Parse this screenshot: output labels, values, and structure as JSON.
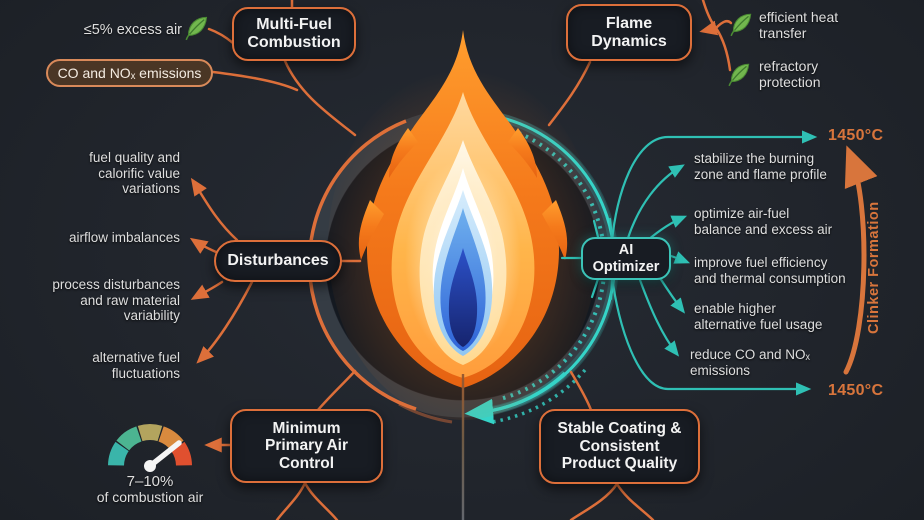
{
  "colors": {
    "background": "#21252c",
    "accent_orange": "#dd6f3a",
    "accent_teal": "#2fc0b4",
    "leaf_green": "#72b74e",
    "temp_orange": "#d8753c"
  },
  "center": {
    "illustration": "burner-flame-with-status-ring"
  },
  "nodes": {
    "multi_fuel": {
      "line1": "Multi-Fuel",
      "line2": "Combustion"
    },
    "flame_dynamics": {
      "line1": "Flame",
      "line2": "Dynamics"
    },
    "disturbances": {
      "label": "Disturbances"
    },
    "ai_optimizer": {
      "line1": "AI",
      "line2": "Optimizer"
    },
    "min_primary_air": {
      "line1": "Minimum",
      "line2": "Primary Air",
      "line3": "Control"
    },
    "stable_coating": {
      "line1": "Stable Coating &",
      "line2": "Consistent",
      "line3": "Product Quality"
    }
  },
  "top_left": {
    "excess_air": "≤5% excess air",
    "emissions_box": "CO and NOₓ emissions"
  },
  "top_right_benefits": [
    {
      "lines": [
        "efficient heat",
        "transfer"
      ]
    },
    {
      "lines": [
        "refractory",
        "protection"
      ]
    }
  ],
  "disturbance_items": [
    {
      "lines": [
        "fuel quality and",
        "calorific value",
        "variations"
      ]
    },
    {
      "lines": [
        "airflow imbalances"
      ]
    },
    {
      "lines": [
        "process disturbances",
        "and raw material",
        "variability"
      ]
    },
    {
      "lines": [
        "alternative fuel",
        "fluctuations"
      ]
    }
  ],
  "ai_outputs": [
    {
      "lines": [
        "stabilize the burning",
        "zone and flame profile"
      ]
    },
    {
      "lines": [
        "optimize air-fuel",
        "balance and excess air"
      ]
    },
    {
      "lines": [
        "improve fuel efficiency",
        "and thermal consumption"
      ]
    },
    {
      "lines": [
        "enable higher",
        "alternative fuel usage"
      ]
    },
    {
      "lines": [
        "reduce CO and NOₓ",
        "emissions"
      ]
    }
  ],
  "gauge": {
    "value": "7–10%",
    "caption": "of combustion air",
    "segment_colors": [
      "#3ab5aa",
      "#4cb491",
      "#b3a45e",
      "#d98a3e",
      "#e0502f"
    ]
  },
  "right_rail": {
    "temp_top": "1450°C",
    "temp_bottom": "1450°C",
    "axis_label": "Clinker Formation"
  },
  "icons": {
    "leaf": "leaf",
    "gauge": "semicircle-gauge",
    "flame": "flame"
  }
}
